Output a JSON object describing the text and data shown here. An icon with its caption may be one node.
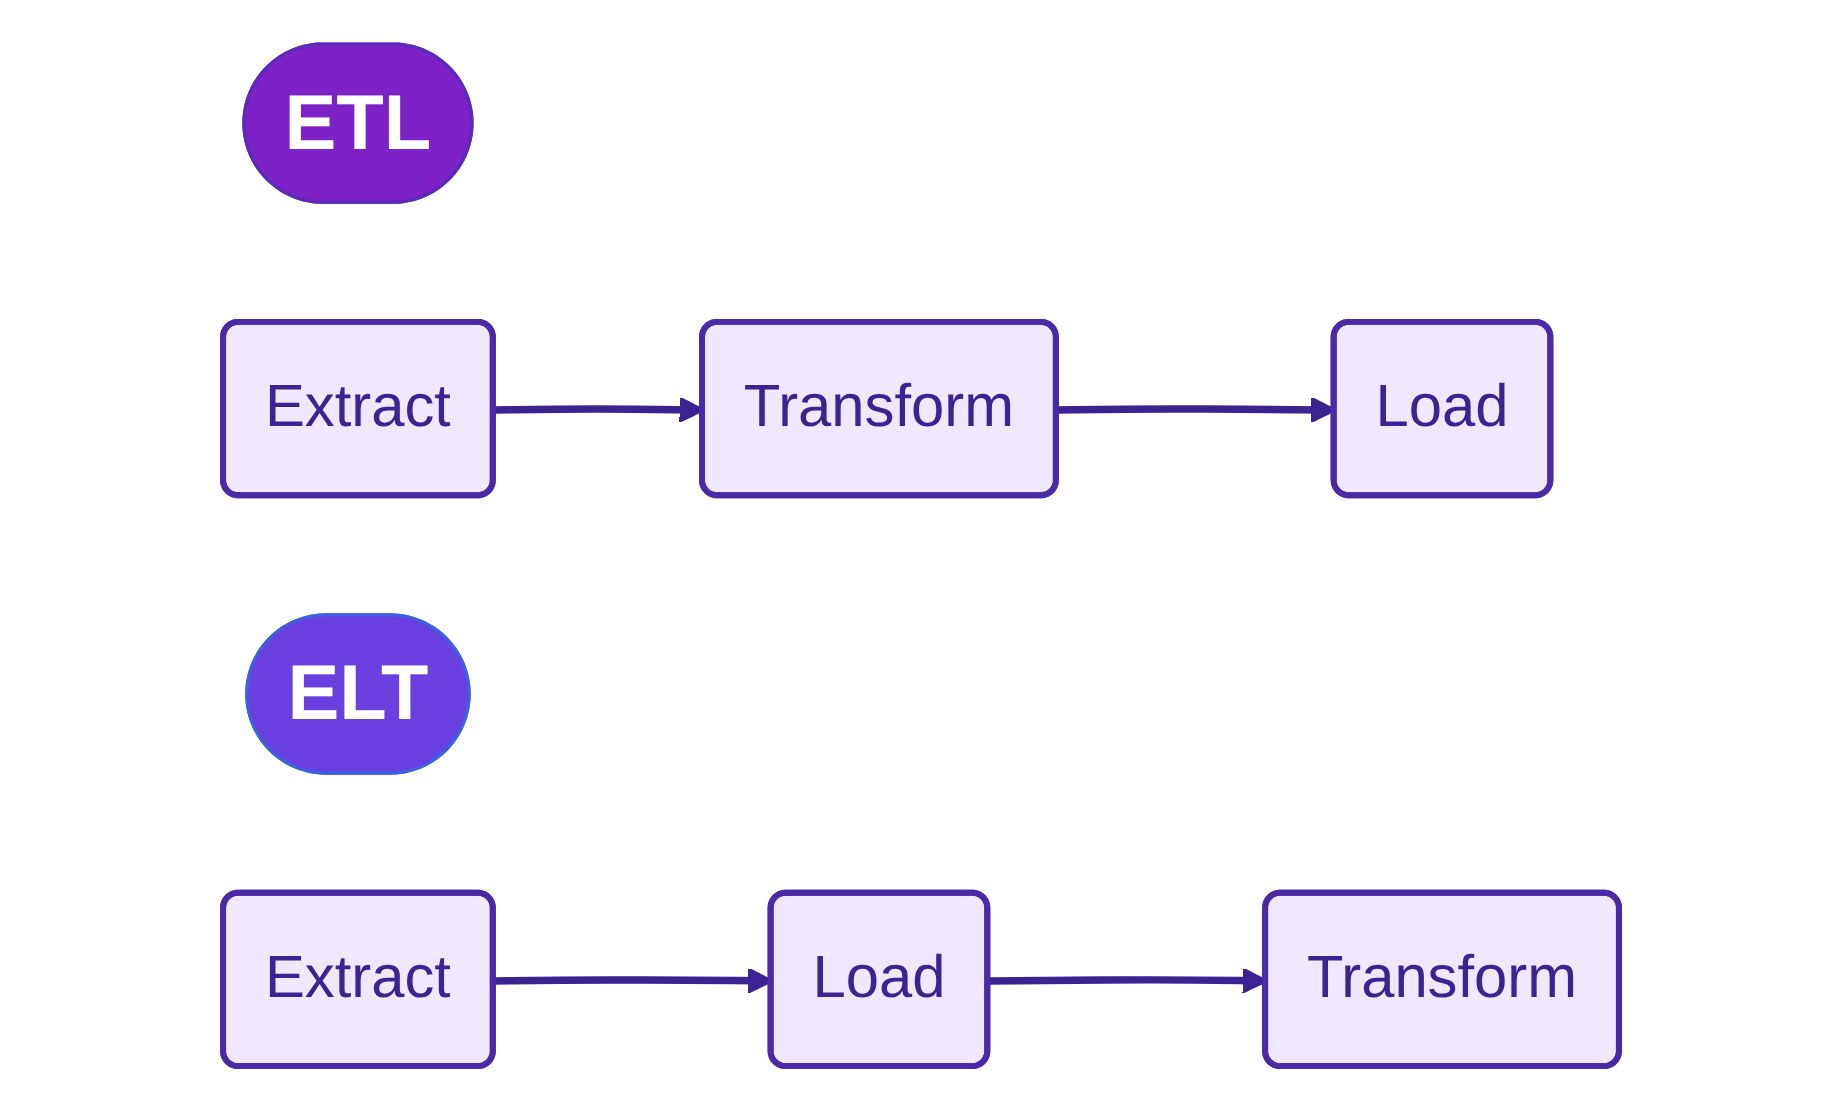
{
  "diagram": {
    "nodes": [
      {
        "text": [
          "ETL"
        ]
      },
      {
        "text": [
          "Extract"
        ]
      },
      {
        "text": [
          "Transform"
        ]
      },
      {
        "text": [
          "Load"
        ]
      },
      {
        "text": [
          "ELT"
        ]
      },
      {
        "text": [
          "Extract"
        ]
      },
      {
        "text": [
          "Load"
        ]
      },
      {
        "text": [
          "Transform"
        ]
      }
    ],
    "edges": [
      {
        "from": 1,
        "to": 2,
        "arrow": "to"
      },
      {
        "from": 2,
        "to": 3,
        "arrow": "to"
      },
      {
        "from": 5,
        "to": 6,
        "arrow": "to"
      },
      {
        "from": 6,
        "to": 7,
        "arrow": "to"
      }
    ]
  }
}
